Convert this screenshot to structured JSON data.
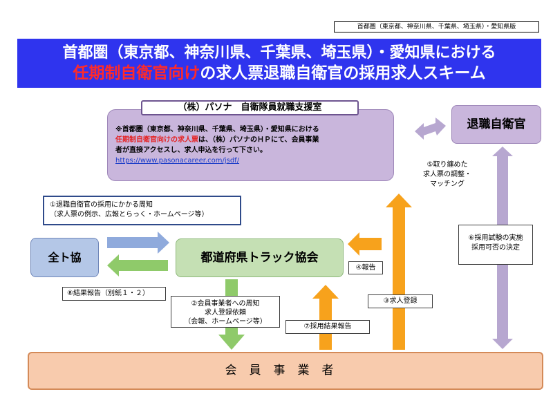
{
  "tag": "首都圏（東京都、神奈川県、千葉県、埼玉県）・愛知県版",
  "banner": {
    "line1": "首都圏（東京都、神奈川県、千葉県、埼玉県）・愛知県における",
    "line2_red": "任期制自衛官向け",
    "line2_rest": "の求人票退職自衛官の採用求人スキーム"
  },
  "pasona": {
    "title": "（株）パソナ　自衛隊員就職支援室",
    "text_l1": "※首都圏（東京都、神奈川県、千葉県、埼玉県）・愛知県における",
    "text_l2_red": "任期制自衛官向けの求人票",
    "text_l2_rest": "は、（株）パソナのＨＰにて、会員事業",
    "text_l3": "者が直接アクセスし、求人申込を行って下さい。",
    "url": "https://www.pasonacareer.com/jsdf/"
  },
  "nodes": {
    "retired": "退職自衛官",
    "zen": "全ト協",
    "truck": "都道府県トラック協会",
    "member": "会員事業者"
  },
  "notes": {
    "n1_l1": "①退職自衛官の採用にかかる周知",
    "n1_l2": "（求人票の例示、広報とらっく・ホームページ等）",
    "n2_l1": "②会員事業者への周知",
    "n2_l2": "求人登録依頼",
    "n2_l3": "（会報、ホームページ等）",
    "n3": "③求人登録",
    "n4": "④報告",
    "n5_l1": "⑤取り纏めた",
    "n5_l2": "求人票の調整・",
    "n5_l3": "マッチング",
    "n6_l1": "⑥採用試験の実施",
    "n6_l2": "採用可否の決定",
    "n7": "⑦採用結果報告",
    "n8": "⑧結果報告（別紙１・２）"
  },
  "colors": {
    "banner": "#2f34ee",
    "purple": "#c9b6dc",
    "blue": "#b4c7e7",
    "green": "#c5e0b4",
    "orange": "#f8cbad",
    "arrow_blue": "#8faadc",
    "arrow_green": "#8fca6a",
    "arrow_orange": "#f7a21c",
    "arrow_purple": "#b7a7d0"
  }
}
